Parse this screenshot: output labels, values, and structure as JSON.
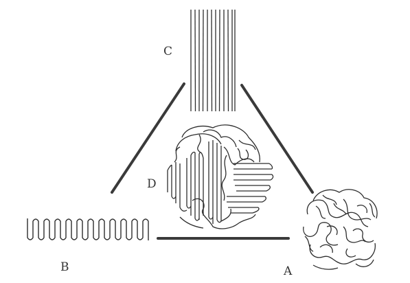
{
  "labels": {
    "a": "A",
    "b": "B",
    "c": "C",
    "d": "D"
  },
  "colors": {
    "ink": "#3a3a3a",
    "strand": "#2c2c2c",
    "label": "#333333",
    "background": "#ffffff"
  }
}
